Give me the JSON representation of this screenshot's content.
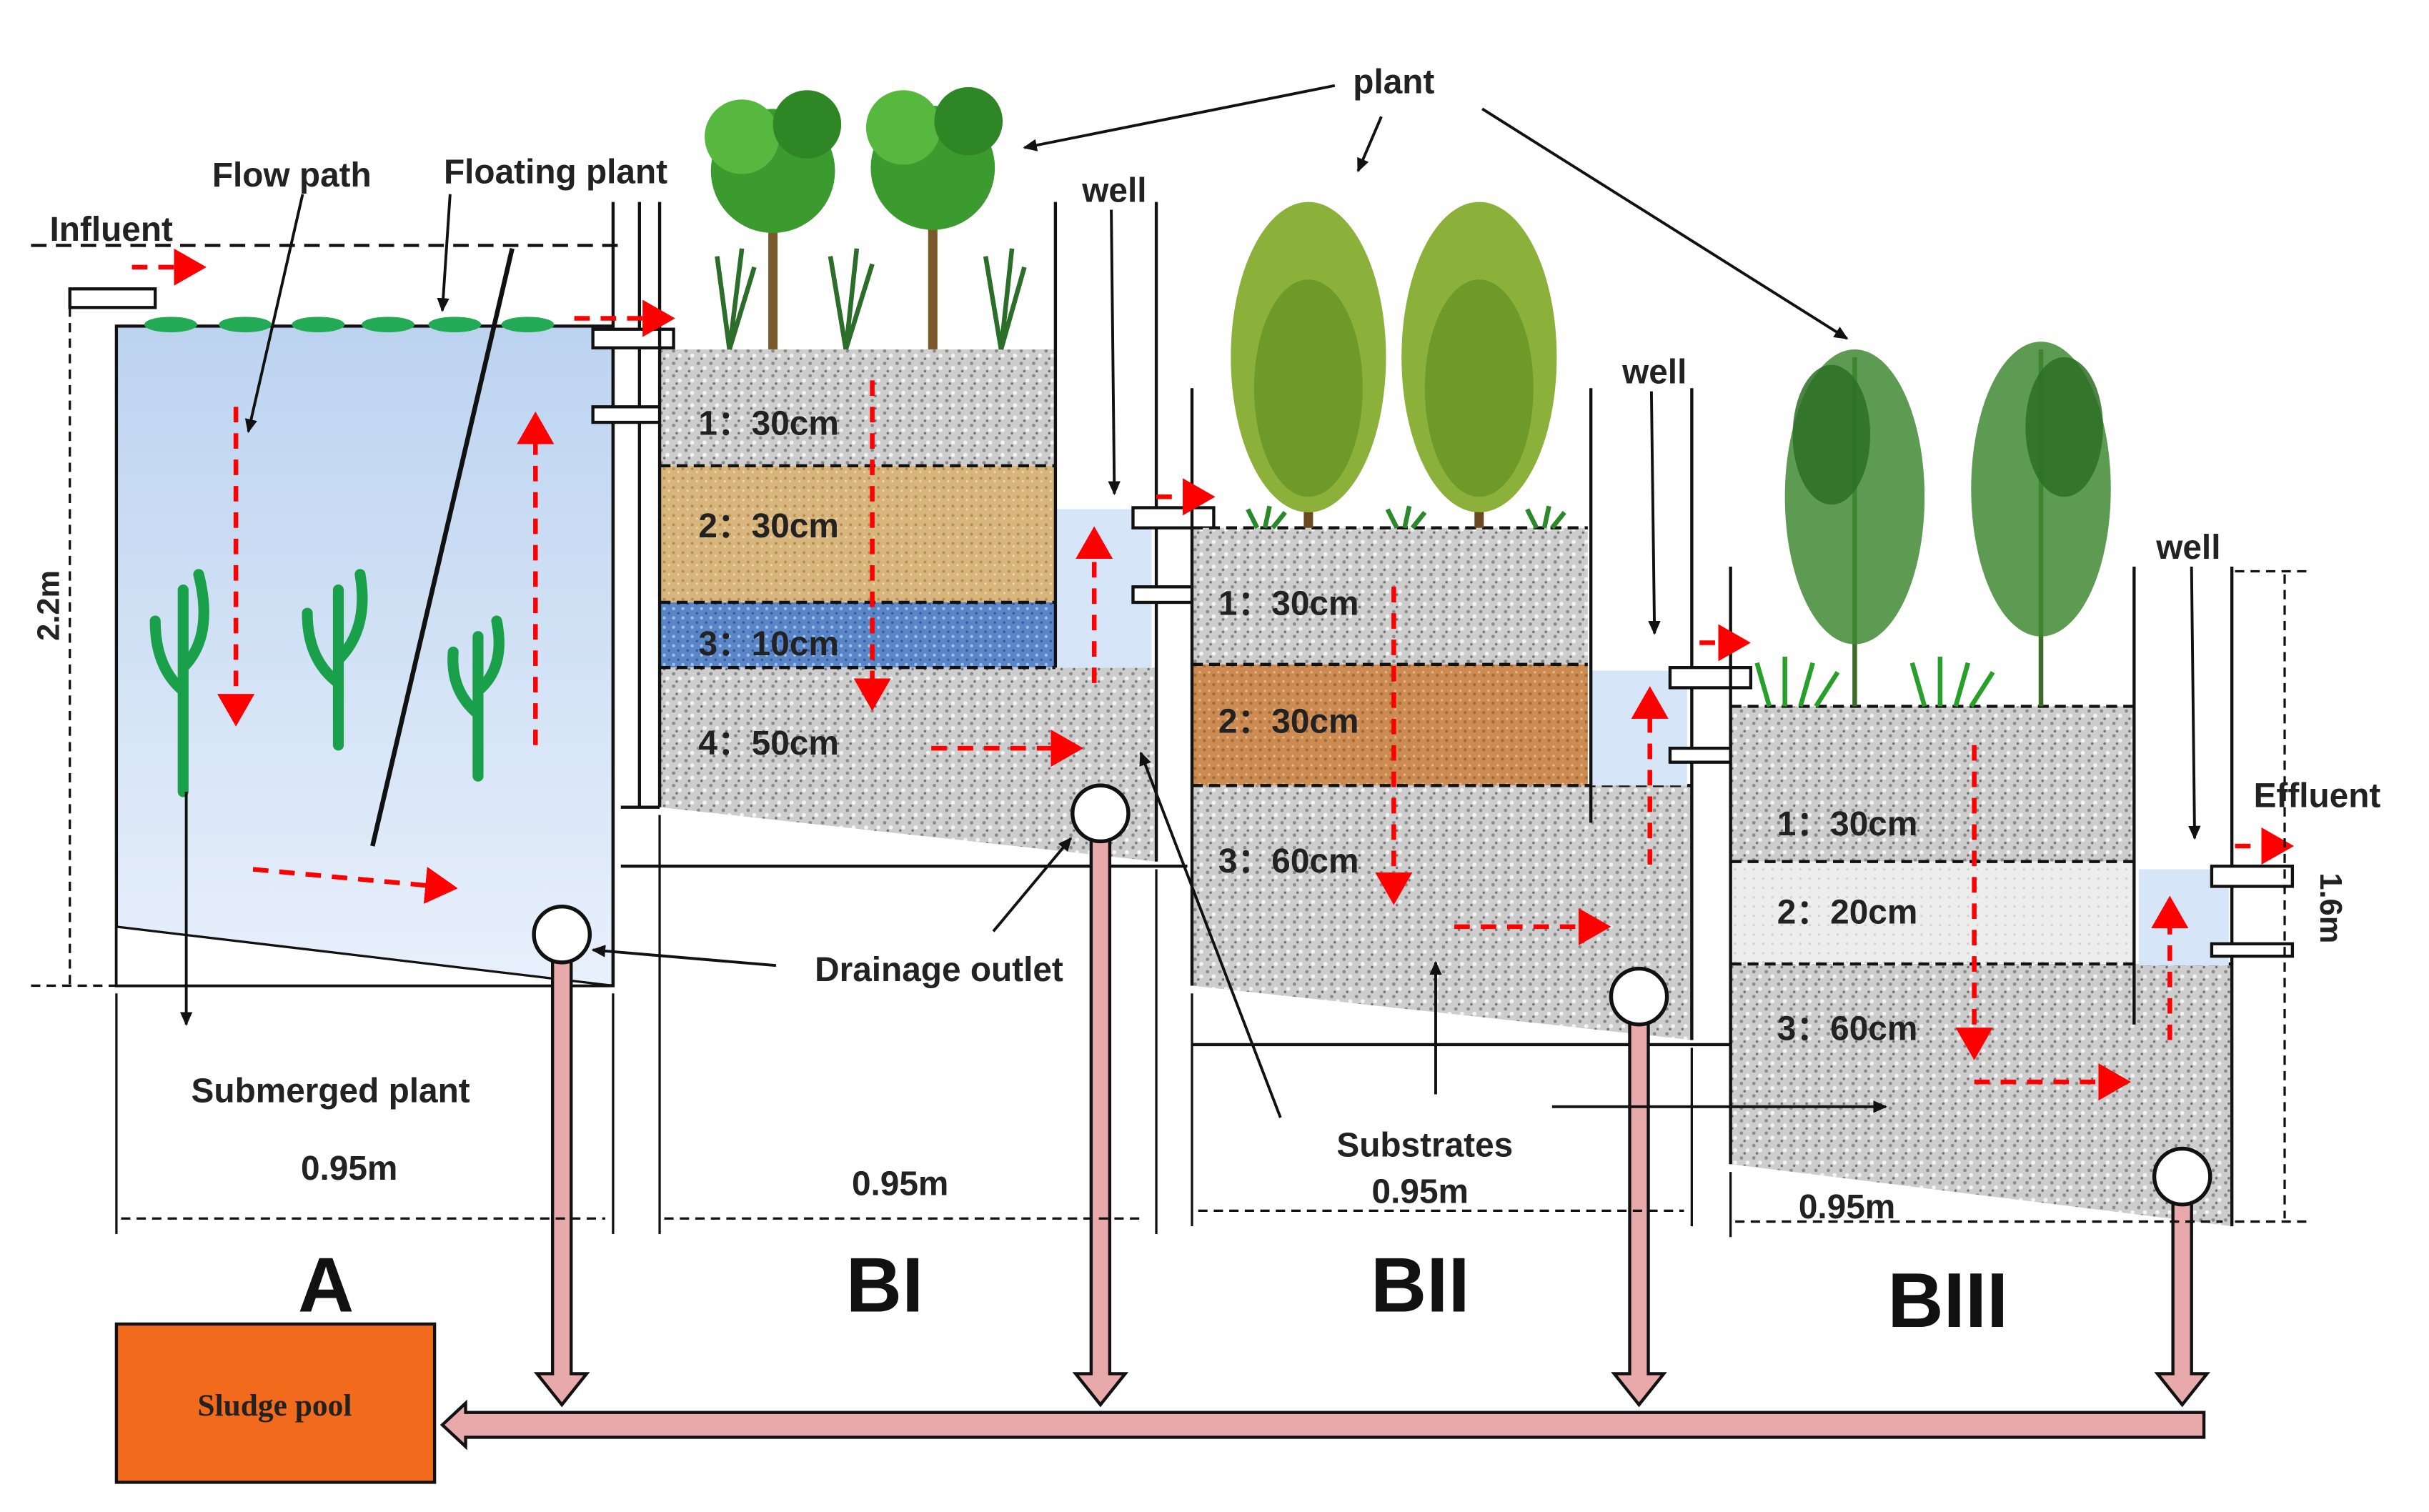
{
  "labels": {
    "plant": "plant",
    "flow_path": "Flow path",
    "floating_plant": "Floating plant",
    "influent": "Influent",
    "well": "well",
    "height_a": "2.2m",
    "height_b3": "1.6m",
    "effluent": "Effluent",
    "drainage_outlet": "Drainage outlet",
    "submerged_plant": "Submerged plant",
    "substrates": "Substrates",
    "sludge_pool": "Sludge pool"
  },
  "units": [
    {
      "id": "A",
      "name": "A",
      "width": "0.95m"
    },
    {
      "id": "BI",
      "name": "BI",
      "width": "0.95m",
      "layers": [
        "1：30cm",
        "2：30cm",
        "3：10cm",
        "4：50cm"
      ]
    },
    {
      "id": "BII",
      "name": "BII",
      "width": "0.95m",
      "layers": [
        "1：30cm",
        "2：30cm",
        "3：60cm"
      ]
    },
    {
      "id": "BIII",
      "name": "BIII",
      "width": "0.95m",
      "layers": [
        "1：30cm",
        "2：20cm",
        "3：60cm"
      ]
    }
  ],
  "colors": {
    "water": "#cfe0f5",
    "gravel": "#c9c9c9",
    "sand_layer": "#d6b27a",
    "blue_layer": "#5b86c6",
    "brown_layer": "#c98a4f",
    "white_layer": "#ececec",
    "pipe": "#e7a9a9",
    "flow_arrow": "#ff0000",
    "sludge_pool": "#f26a1b",
    "plant_green": "#2e8b2e"
  }
}
